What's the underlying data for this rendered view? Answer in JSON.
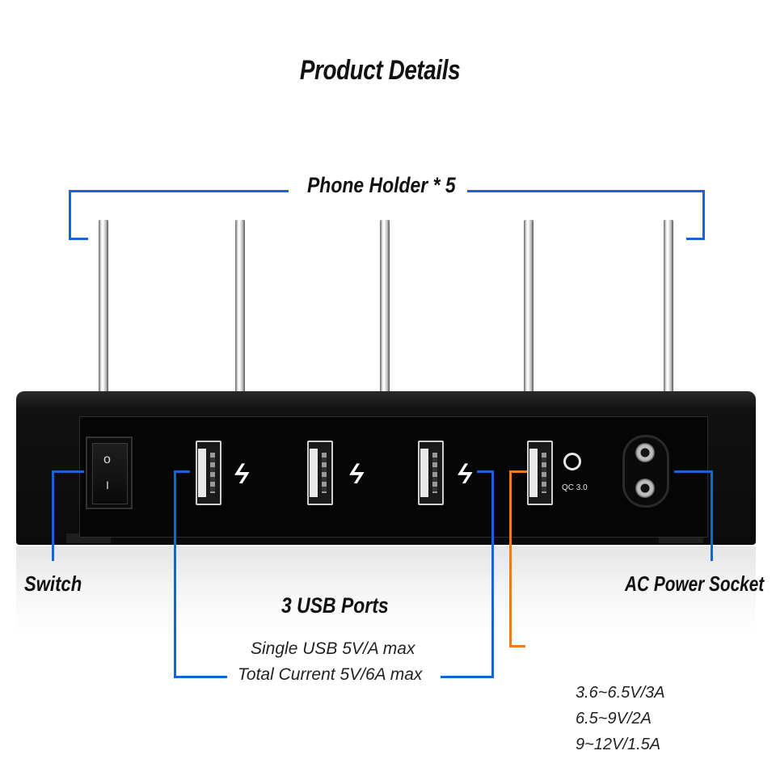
{
  "title": "Product Details",
  "labels": {
    "phone_holder": "Phone Holder * 5",
    "switch": "Switch",
    "usb_ports": "3 USB Ports",
    "ac_power_socket": "AC Power Socket"
  },
  "usb_specs": {
    "line1": "Single USB 5V/A max",
    "line2": "Total Current 5V/6A max"
  },
  "qc_specs": [
    "3.6~6.5V/3A",
    "6.5~9V/2A",
    "9~12V/1.5A"
  ],
  "device": {
    "switch_on_mark": "o",
    "switch_off_mark": "I",
    "qc_badge": "QC 3.0"
  },
  "colors": {
    "bracket": "#1565d8",
    "qc_bracket": "#f07a1a",
    "device_body": "#0b0b0b"
  },
  "icons": [
    "lightning-bolt-icon",
    "qc-3-icon",
    "usb-port-icon",
    "ac-socket-icon",
    "power-switch-icon"
  ]
}
